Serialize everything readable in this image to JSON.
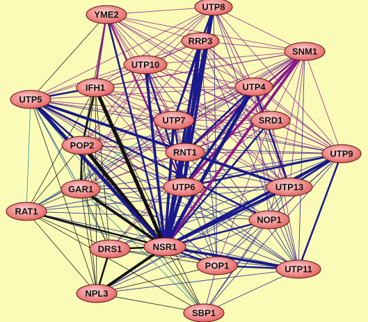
{
  "colors": {
    "background": "#fbfbb8",
    "node_fill_center": "#ffd6d6",
    "node_fill_edge": "#e25a5a",
    "edge_black": "#111111",
    "edge_navy": "#1a1a8c",
    "edge_purple": "#8a1a8a",
    "edge_teal": "#1a8a8a"
  },
  "nodes": [
    {
      "id": "YME2",
      "label": "YME2"
    },
    {
      "id": "UTP8",
      "label": "UTP8"
    },
    {
      "id": "RRP3",
      "label": "RRP3"
    },
    {
      "id": "SNM1",
      "label": "SNM1"
    },
    {
      "id": "UTP10",
      "label": "UTP10"
    },
    {
      "id": "IFH1",
      "label": "IFH1"
    },
    {
      "id": "UTP4",
      "label": "UTP4"
    },
    {
      "id": "UTP5",
      "label": "UTP5"
    },
    {
      "id": "UTP7",
      "label": "UTP7"
    },
    {
      "id": "SRD1",
      "label": "SRD1"
    },
    {
      "id": "POP2",
      "label": "POP2"
    },
    {
      "id": "RNT1",
      "label": "RNT1"
    },
    {
      "id": "UTP9",
      "label": "UTP9"
    },
    {
      "id": "GAR1",
      "label": "GAR1"
    },
    {
      "id": "UTP6",
      "label": "UTP6"
    },
    {
      "id": "UTP13",
      "label": "UTP13"
    },
    {
      "id": "RAT1",
      "label": "RAT1"
    },
    {
      "id": "NOP1",
      "label": "NOP1"
    },
    {
      "id": "DRS1",
      "label": "DRS1"
    },
    {
      "id": "NSR1",
      "label": "NSR1"
    },
    {
      "id": "POP1",
      "label": "POP1"
    },
    {
      "id": "UTP11",
      "label": "UTP11"
    },
    {
      "id": "NPL3",
      "label": "NPL3"
    },
    {
      "id": "SBP1",
      "label": "SBP1"
    }
  ],
  "edges": [
    [
      "NSR1",
      "IFH1",
      "black",
      4
    ],
    [
      "NSR1",
      "POP2",
      "black",
      4
    ],
    [
      "NSR1",
      "GAR1",
      "black",
      3
    ],
    [
      "NSR1",
      "UTP5",
      "navy",
      4
    ],
    [
      "NSR1",
      "YME2",
      "navy",
      2
    ],
    [
      "NSR1",
      "UTP8",
      "navy",
      4
    ],
    [
      "NSR1",
      "RRP3",
      "navy",
      3
    ],
    [
      "NSR1",
      "UTP10",
      "navy",
      3
    ],
    [
      "NSR1",
      "UTP4",
      "navy",
      4
    ],
    [
      "NSR1",
      "SNM1",
      "purple",
      3
    ],
    [
      "NSR1",
      "UTP7",
      "navy",
      3
    ],
    [
      "NSR1",
      "SRD1",
      "navy",
      2
    ],
    [
      "NSR1",
      "RNT1",
      "navy",
      3
    ],
    [
      "NSR1",
      "UTP6",
      "navy",
      4
    ],
    [
      "NSR1",
      "UTP9",
      "navy",
      3
    ],
    [
      "NSR1",
      "UTP13",
      "navy",
      3
    ],
    [
      "NSR1",
      "NOP1",
      "navy",
      2
    ],
    [
      "NSR1",
      "UTP11",
      "navy",
      3
    ],
    [
      "NSR1",
      "POP1",
      "navy",
      2
    ],
    [
      "NSR1",
      "DRS1",
      "black",
      2
    ],
    [
      "NSR1",
      "NPL3",
      "black",
      3
    ],
    [
      "NSR1",
      "SBP1",
      "black",
      1
    ],
    [
      "NSR1",
      "RAT1",
      "black",
      2
    ],
    [
      "UTP6",
      "UTP8",
      "navy",
      3
    ],
    [
      "UTP6",
      "RRP3",
      "navy",
      3
    ],
    [
      "UTP6",
      "UTP4",
      "navy",
      3
    ],
    [
      "UTP6",
      "SNM1",
      "purple",
      3
    ],
    [
      "UTP6",
      "UTP7",
      "navy",
      2
    ],
    [
      "UTP6",
      "UTP10",
      "navy",
      2
    ],
    [
      "UTP6",
      "YME2",
      "purple",
      2
    ],
    [
      "UTP6",
      "UTP9",
      "navy",
      2
    ],
    [
      "RNT1",
      "UTP8",
      "purple",
      2
    ],
    [
      "RNT1",
      "SNM1",
      "purple",
      2
    ],
    [
      "RNT1",
      "UTP4",
      "navy",
      2
    ],
    [
      "UTP7",
      "UTP8",
      "navy",
      2
    ],
    [
      "UTP7",
      "RRP3",
      "navy",
      2
    ],
    [
      "UTP13",
      "UTP5",
      "navy",
      3
    ],
    [
      "UTP13",
      "UTP9",
      "navy",
      2
    ],
    [
      "UTP13",
      "UTP4",
      "navy",
      2
    ],
    [
      "UTP11",
      "UTP9",
      "navy",
      2
    ],
    [
      "UTP11",
      "POP1",
      "navy",
      2
    ],
    [
      "NOP1",
      "UTP5",
      "navy",
      2
    ],
    [
      "IFH1",
      "YME2",
      "purple",
      2
    ],
    [
      "IFH1",
      "UTP5",
      "navy",
      2
    ],
    [
      "IFH1",
      "POP2",
      "black",
      2
    ],
    [
      "IFH1",
      "UTP10",
      "purple",
      1
    ],
    [
      "POP2",
      "GAR1",
      "black",
      2
    ],
    [
      "POP2",
      "UTP5",
      "navy",
      2
    ],
    [
      "GAR1",
      "RAT1",
      "black",
      1
    ],
    [
      "GAR1",
      "UTP5",
      "navy",
      1
    ],
    [
      "DRS1",
      "NPL3",
      "black",
      2
    ],
    [
      "DRS1",
      "RAT1",
      "black",
      1
    ],
    [
      "NPL3",
      "RAT1",
      "black",
      1
    ],
    [
      "NPL3",
      "SBP1",
      "black",
      1
    ],
    [
      "NPL3",
      "POP1",
      "black",
      1
    ],
    [
      "SBP1",
      "POP1",
      "navy",
      1
    ],
    [
      "SBP1",
      "UTP11",
      "navy",
      1
    ],
    [
      "YME2",
      "UTP8",
      "purple",
      1
    ],
    [
      "YME2",
      "RRP3",
      "purple",
      1
    ],
    [
      "YME2",
      "UTP10",
      "purple",
      1
    ],
    [
      "YME2",
      "SNM1",
      "purple",
      1
    ],
    [
      "YME2",
      "UTP4",
      "purple",
      1
    ],
    [
      "YME2",
      "UTP7",
      "purple",
      1
    ],
    [
      "YME2",
      "SRD1",
      "purple",
      1
    ],
    [
      "YME2",
      "UTP9",
      "purple",
      1
    ],
    [
      "YME2",
      "UTP13",
      "purple",
      1
    ],
    [
      "YME2",
      "RNT1",
      "purple",
      1
    ],
    [
      "YME2",
      "UTP5",
      "black",
      1
    ],
    [
      "YME2",
      "POP2",
      "black",
      1
    ],
    [
      "UTP8",
      "UTP10",
      "purple",
      1
    ],
    [
      "UTP8",
      "RRP3",
      "purple",
      1
    ],
    [
      "UTP8",
      "SNM1",
      "purple",
      1
    ],
    [
      "UTP8",
      "UTP4",
      "purple",
      1
    ],
    [
      "UTP8",
      "SRD1",
      "purple",
      1
    ],
    [
      "UTP8",
      "UTP9",
      "purple",
      1
    ],
    [
      "UTP8",
      "UTP13",
      "purple",
      1
    ],
    [
      "UTP8",
      "UTP5",
      "purple",
      1
    ],
    [
      "UTP8",
      "IFH1",
      "purple",
      1
    ],
    [
      "UTP8",
      "POP2",
      "purple",
      1
    ],
    [
      "UTP8",
      "UTP11",
      "navy",
      1
    ],
    [
      "UTP8",
      "POP1",
      "navy",
      1
    ],
    [
      "RRP3",
      "SNM1",
      "purple",
      1
    ],
    [
      "RRP3",
      "UTP10",
      "purple",
      1
    ],
    [
      "RRP3",
      "UTP4",
      "purple",
      1
    ],
    [
      "RRP3",
      "SRD1",
      "purple",
      1
    ],
    [
      "RRP3",
      "UTP5",
      "purple",
      1
    ],
    [
      "RRP3",
      "IFH1",
      "purple",
      1
    ],
    [
      "RRP3",
      "UTP9",
      "purple",
      1
    ],
    [
      "RRP3",
      "UTP13",
      "purple",
      1
    ],
    [
      "RRP3",
      "POP1",
      "navy",
      1
    ],
    [
      "RRP3",
      "UTP11",
      "navy",
      1
    ],
    [
      "RRP3",
      "GAR1",
      "purple",
      1
    ],
    [
      "SNM1",
      "UTP10",
      "purple",
      1
    ],
    [
      "SNM1",
      "UTP4",
      "purple",
      1
    ],
    [
      "SNM1",
      "SRD1",
      "purple",
      1
    ],
    [
      "SNM1",
      "UTP9",
      "purple",
      1
    ],
    [
      "SNM1",
      "UTP13",
      "purple",
      1
    ],
    [
      "SNM1",
      "UTP5",
      "purple",
      1
    ],
    [
      "SNM1",
      "IFH1",
      "purple",
      1
    ],
    [
      "SNM1",
      "UTP7",
      "purple",
      1
    ],
    [
      "SNM1",
      "POP2",
      "purple",
      1
    ],
    [
      "SNM1",
      "GAR1",
      "purple",
      1
    ],
    [
      "SNM1",
      "NOP1",
      "purple",
      1
    ],
    [
      "SNM1",
      "UTP11",
      "navy",
      1
    ],
    [
      "SNM1",
      "RAT1",
      "navy",
      1
    ],
    [
      "SNM1",
      "DRS1",
      "purple",
      1
    ],
    [
      "UTP10",
      "UTP4",
      "purple",
      1
    ],
    [
      "UTP10",
      "UTP5",
      "purple",
      1
    ],
    [
      "UTP10",
      "UTP9",
      "purple",
      1
    ],
    [
      "UTP10",
      "SRD1",
      "purple",
      1
    ],
    [
      "UTP10",
      "UTP13",
      "purple",
      1
    ],
    [
      "UTP10",
      "POP2",
      "purple",
      1
    ],
    [
      "UTP10",
      "GAR1",
      "purple",
      1
    ],
    [
      "UTP10",
      "UTP11",
      "navy",
      1
    ],
    [
      "UTP4",
      "UTP5",
      "purple",
      1
    ],
    [
      "UTP4",
      "SRD1",
      "purple",
      1
    ],
    [
      "UTP4",
      "UTP9",
      "purple",
      1
    ],
    [
      "UTP4",
      "IFH1",
      "purple",
      1
    ],
    [
      "UTP4",
      "POP2",
      "purple",
      1
    ],
    [
      "UTP4",
      "GAR1",
      "purple",
      1
    ],
    [
      "UTP4",
      "RAT1",
      "navy",
      1
    ],
    [
      "UTP4",
      "NOP1",
      "purple",
      1
    ],
    [
      "UTP4",
      "UTP11",
      "navy",
      1
    ],
    [
      "UTP4",
      "DRS1",
      "purple",
      1
    ],
    [
      "UTP5",
      "UTP9",
      "navy",
      1
    ],
    [
      "UTP5",
      "SRD1",
      "purple",
      1
    ],
    [
      "UTP5",
      "UTP7",
      "purple",
      1
    ],
    [
      "UTP5",
      "RNT1",
      "purple",
      1
    ],
    [
      "UTP5",
      "RAT1",
      "teal",
      1
    ],
    [
      "UTP5",
      "UTP11",
      "navy",
      1
    ],
    [
      "UTP5",
      "POP1",
      "purple",
      1
    ],
    [
      "UTP5",
      "NPL3",
      "black",
      1
    ],
    [
      "UTP5",
      "DRS1",
      "teal",
      1
    ],
    [
      "UTP5",
      "SBP1",
      "teal",
      1
    ],
    [
      "UTP9",
      "SRD1",
      "purple",
      1
    ],
    [
      "UTP9",
      "UTP7",
      "purple",
      1
    ],
    [
      "UTP9",
      "RNT1",
      "purple",
      1
    ],
    [
      "UTP9",
      "POP2",
      "navy",
      1
    ],
    [
      "UTP9",
      "IFH1",
      "purple",
      1
    ],
    [
      "UTP9",
      "GAR1",
      "navy",
      1
    ],
    [
      "UTP9",
      "RAT1",
      "navy",
      1
    ],
    [
      "UTP9",
      "NOP1",
      "purple",
      1
    ],
    [
      "UTP9",
      "POP1",
      "navy",
      1
    ],
    [
      "UTP9",
      "SBP1",
      "navy",
      1
    ],
    [
      "UTP9",
      "NPL3",
      "navy",
      1
    ],
    [
      "UTP9",
      "DRS1",
      "navy",
      1
    ],
    [
      "SRD1",
      "POP2",
      "purple",
      1
    ],
    [
      "SRD1",
      "IFH1",
      "purple",
      1
    ],
    [
      "SRD1",
      "GAR1",
      "purple",
      1
    ],
    [
      "SRD1",
      "UTP13",
      "purple",
      1
    ],
    [
      "SRD1",
      "UTP11",
      "purple",
      1
    ],
    [
      "SRD1",
      "POP1",
      "purple",
      1
    ],
    [
      "UTP13",
      "RAT1",
      "navy",
      1
    ],
    [
      "UTP13",
      "POP2",
      "navy",
      1
    ],
    [
      "UTP13",
      "GAR1",
      "navy",
      1
    ],
    [
      "UTP13",
      "IFH1",
      "purple",
      1
    ],
    [
      "UTP13",
      "POP1",
      "navy",
      1
    ],
    [
      "UTP13",
      "SBP1",
      "navy",
      1
    ],
    [
      "UTP13",
      "NPL3",
      "navy",
      1
    ],
    [
      "UTP13",
      "DRS1",
      "navy",
      1
    ],
    [
      "UTP11",
      "RAT1",
      "navy",
      1
    ],
    [
      "UTP11",
      "GAR1",
      "navy",
      1
    ],
    [
      "UTP11",
      "POP2",
      "navy",
      1
    ],
    [
      "UTP11",
      "NPL3",
      "navy",
      1
    ],
    [
      "UTP11",
      "DRS1",
      "navy",
      1
    ],
    [
      "UTP11",
      "NOP1",
      "navy",
      1
    ],
    [
      "NOP1",
      "RAT1",
      "navy",
      1
    ],
    [
      "NOP1",
      "POP2",
      "navy",
      1
    ],
    [
      "NOP1",
      "GAR1",
      "navy",
      1
    ],
    [
      "NOP1",
      "IFH1",
      "navy",
      1
    ],
    [
      "NOP1",
      "NPL3",
      "navy",
      1
    ],
    [
      "NOP1",
      "SBP1",
      "navy",
      1
    ],
    [
      "POP1",
      "RAT1",
      "navy",
      1
    ],
    [
      "POP1",
      "POP2",
      "navy",
      1
    ],
    [
      "POP1",
      "GAR1",
      "navy",
      1
    ],
    [
      "POP1",
      "DRS1",
      "black",
      1
    ],
    [
      "RAT1",
      "POP2",
      "black",
      1
    ],
    [
      "RAT1",
      "IFH1",
      "black",
      1
    ],
    [
      "RAT1",
      "SBP1",
      "black",
      1
    ],
    [
      "RAT1",
      "UTP7",
      "teal",
      1
    ],
    [
      "GAR1",
      "DRS1",
      "black",
      1
    ],
    [
      "GAR1",
      "NPL3",
      "black",
      1
    ],
    [
      "GAR1",
      "IFH1",
      "black",
      1
    ],
    [
      "GAR1",
      "SBP1",
      "teal",
      1
    ],
    [
      "POP2",
      "DRS1",
      "black",
      1
    ],
    [
      "POP2",
      "NPL3",
      "black",
      1
    ],
    [
      "POP2",
      "SBP1",
      "black",
      1
    ],
    [
      "IFH1",
      "DRS1",
      "black",
      1
    ],
    [
      "IFH1",
      "NPL3",
      "black",
      1
    ],
    [
      "IFH1",
      "SBP1",
      "black",
      1
    ],
    [
      "UTP7",
      "RNT1",
      "purple",
      1
    ],
    [
      "UTP7",
      "UTP4",
      "purple",
      1
    ],
    [
      "UTP7",
      "UTP10",
      "purple",
      1
    ],
    [
      "UTP7",
      "SRD1",
      "purple",
      1
    ],
    [
      "UTP7",
      "UTP13",
      "purple",
      1
    ],
    [
      "UTP7",
      "POP2",
      "purple",
      1
    ],
    [
      "UTP7",
      "IFH1",
      "purple",
      1
    ],
    [
      "UTP7",
      "GAR1",
      "purple",
      1
    ],
    [
      "RNT1",
      "RRP3",
      "purple",
      1
    ],
    [
      "RNT1",
      "UTP10",
      "purple",
      1
    ],
    [
      "RNT1",
      "SRD1",
      "purple",
      1
    ],
    [
      "RNT1",
      "UTP13",
      "purple",
      1
    ],
    [
      "RNT1",
      "POP2",
      "purple",
      1
    ],
    [
      "RNT1",
      "IFH1",
      "purple",
      1
    ],
    [
      "RNT1",
      "GAR1",
      "purple",
      1
    ],
    [
      "RNT1",
      "POP1",
      "navy",
      1
    ],
    [
      "UTP6",
      "POP2",
      "purple",
      1
    ],
    [
      "UTP6",
      "GAR1",
      "purple",
      1
    ],
    [
      "UTP6",
      "IFH1",
      "purple",
      1
    ],
    [
      "UTP6",
      "SRD1",
      "purple",
      1
    ],
    [
      "UTP6",
      "UTP13",
      "purple",
      1
    ],
    [
      "UTP6",
      "UTP5",
      "purple",
      1
    ],
    [
      "UTP6",
      "POP1",
      "navy",
      1
    ],
    [
      "UTP6",
      "UTP11",
      "navy",
      1
    ]
  ]
}
